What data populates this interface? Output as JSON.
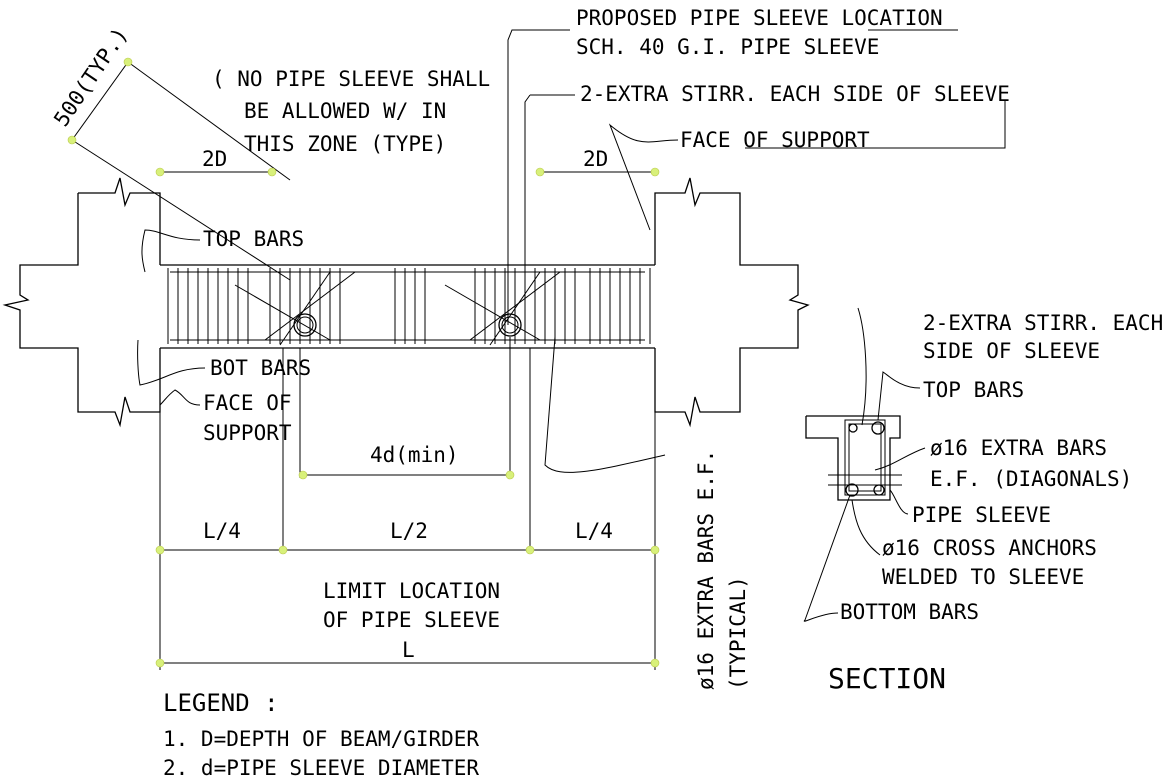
{
  "notes": {
    "proposed_line1": "PROPOSED PIPE SLEEVE LOCATION",
    "proposed_line2": "SCH. 40 G.I. PIPE SLEEVE",
    "extra_stirr": "2-EXTRA STIRR. EACH SIDE OF SLEEVE",
    "face_support_top": "FACE OF SUPPORT",
    "no_sleeve_1": "( NO PIPE SLEEVE SHALL",
    "no_sleeve_2": "BE ALLOWED W/ IN",
    "no_sleeve_3": "THIS ZONE (TYPE)",
    "typ_500": "500(TYP.)",
    "top_bars": "TOP BARS",
    "bot_bars": "BOT BARS",
    "face_of": "FACE OF",
    "support": "SUPPORT",
    "extra_bars_vertical_1": "ø16 EXTRA BARS E.F.",
    "extra_bars_vertical_2": "(TYPICAL)"
  },
  "dims": {
    "two_d_left": "2D",
    "two_d_right": "2D",
    "four_d_min": "4d(min)",
    "l_quarter_left": "L/4",
    "l_half": "L/2",
    "l_quarter_right": "L/4",
    "limit_1": "LIMIT LOCATION",
    "limit_2": "OF PIPE SLEEVE",
    "span": "L"
  },
  "section": {
    "title": "SECTION",
    "stirr_1": "2-EXTRA STIRR. EACH",
    "stirr_2": "SIDE OF SLEEVE",
    "top_bars": "TOP BARS",
    "extra_1": "ø16 EXTRA BARS",
    "extra_2": "E.F. (DIAGONALS)",
    "pipe_sleeve": "PIPE SLEEVE",
    "anchors_1": "ø16 CROSS ANCHORS",
    "anchors_2": "WELDED TO SLEEVE",
    "bottom_bars": "BOTTOM BARS"
  },
  "legend": {
    "title": "LEGEND :",
    "item1": "1. D=DEPTH OF BEAM/GIRDER",
    "item2": "2. d=PIPE SLEEVE DIAMETER"
  }
}
